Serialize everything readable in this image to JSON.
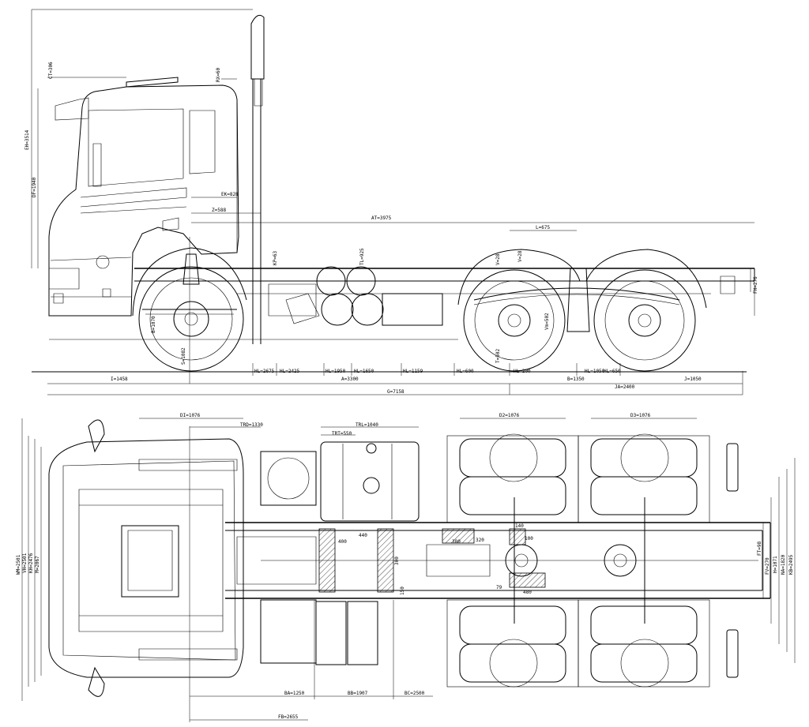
{
  "side_view": {
    "dims": {
      "ct": "CT=306",
      "rx": "RX=60",
      "eh": "EH=3514",
      "df": "DF=1940",
      "ek": "EK=828",
      "z": "Z=588",
      "at": "AT=3975",
      "l": "L=675",
      "tl": "TL=925",
      "kp": "KP=63",
      "v": "V=28",
      "t": "T=502",
      "vm": "Vm=502",
      "fh": "FH=276",
      "b": "B=1070",
      "s": "S=1082",
      "i": "I=1458",
      "hl_2675": "HL=2675",
      "hl_2425": "HL=2425",
      "hl_1950": "HL=1950",
      "hl_1650": "HL=1650",
      "hl_1159": "HL=1159",
      "hl_600": "HL=600",
      "hl_200": "HL=200",
      "hl_1050": "HL=1050",
      "hl_650": "HL=650",
      "a": "A=3300",
      "b2": "B=1350",
      "j": "J=1050",
      "ja": "JA=2400",
      "g": "G=7158"
    }
  },
  "top_view": {
    "dims": {
      "di": "DI=1076",
      "trd": "TRD=1330",
      "trl": "TRL=1040",
      "trt": "TRT=550",
      "d2": "D2=1076",
      "d3": "D3=1076",
      "wm": "WM=2501",
      "vh": "VH=2501",
      "kh": "KH=2476",
      "m": "M=2067",
      "ft": "FT=98",
      "fv": "FV=270",
      "h": "H=1071",
      "na": "NA=1820",
      "kb": "KB=2495",
      "ba": "BA=1250",
      "bb": "BB=1907",
      "bc": "BC=2500",
      "fb": "FB=2655",
      "n140": "140",
      "n400": "400",
      "n300": "300",
      "n79": "79",
      "n480": "480",
      "n440": "440",
      "n380": "380",
      "n150": "150",
      "n320": "320",
      "n100": "100"
    }
  }
}
